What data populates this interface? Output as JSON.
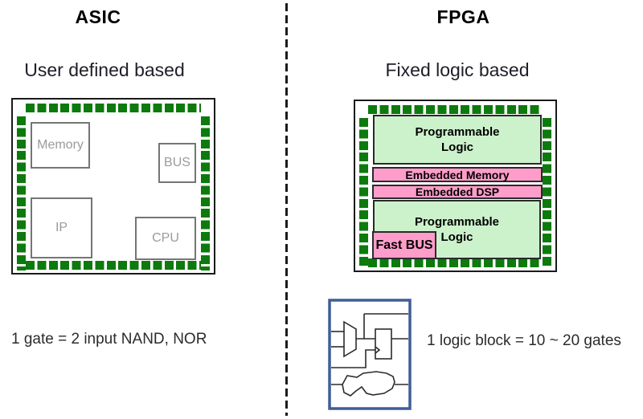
{
  "colors": {
    "pad_green": "#0d7a0d",
    "programmable_green": "#ccf2cc",
    "embedded_pink": "#ff9dca",
    "logic_block_blue": "#3f5e96"
  },
  "asic": {
    "title": "ASIC",
    "subtitle": "User defined based",
    "chip_blocks": {
      "memory": "Memory",
      "bus": "BUS",
      "ip": "IP",
      "cpu": "CPU"
    },
    "caption": "1 gate = 2 input NAND, NOR"
  },
  "fpga": {
    "title": "FPGA",
    "subtitle": "Fixed logic based",
    "chip_blocks": {
      "prog_logic_top": {
        "line1": "Programmable",
        "line2": "Logic"
      },
      "embedded_memory": "Embedded Memory",
      "embedded_dsp": "Embedded DSP",
      "prog_logic_bottom": {
        "line1": "Programmable",
        "line2": "Logic"
      },
      "fast_bus": "Fast BUS"
    },
    "caption": "1 logic block = 10 ~ 20 gates"
  }
}
